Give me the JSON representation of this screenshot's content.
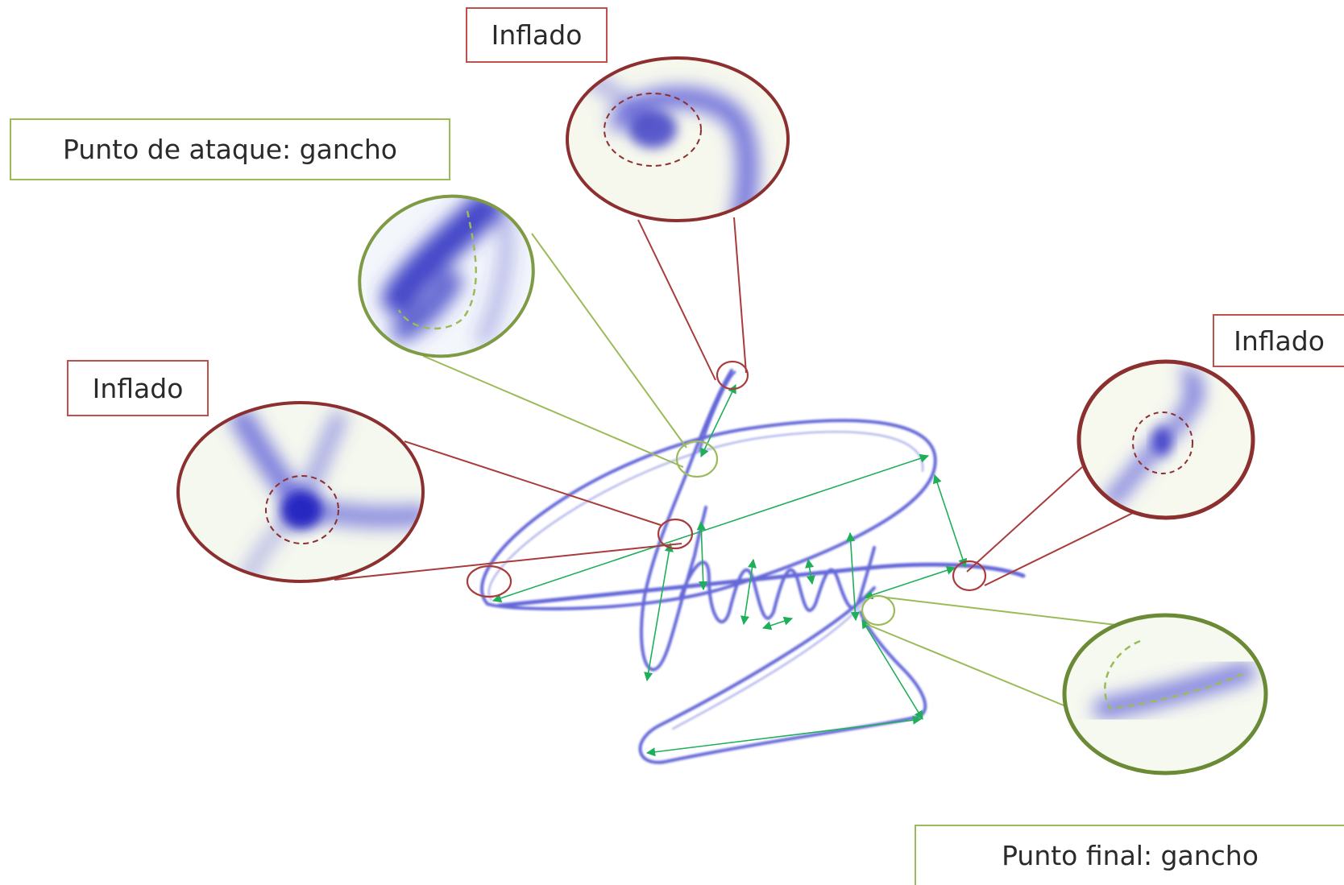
{
  "labels": {
    "inflado_top": "Inflado",
    "ataque": "Punto de ataque: gancho",
    "inflado_left": "Inflado",
    "inflado_right": "Inflado",
    "final": "Punto final: gancho"
  },
  "colors": {
    "red": "#a83c3c",
    "green": "#9bbb59",
    "ink": "#4a4ed0",
    "arrow": "#1fae5a"
  }
}
